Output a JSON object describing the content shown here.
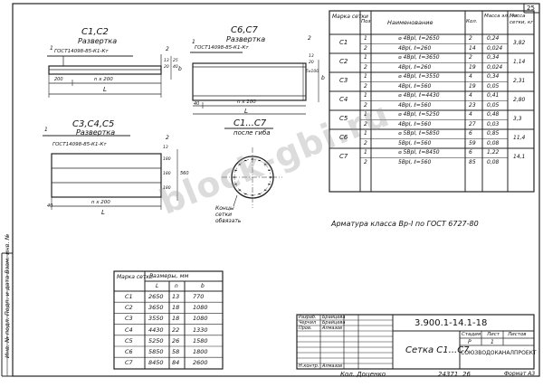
{
  "sheet": {
    "sheet_number": "25",
    "format": "Формат А3",
    "inventory": "24371",
    "inventory_suffix": "26",
    "copied_by": "Кол. Доценко"
  },
  "drawings": {
    "d1": {
      "title": "С1,С2",
      "subtitle": "Развертка",
      "standard": "ГОСТ14098-85-К1-Кт",
      "mark1": "1",
      "mark2": "2",
      "dim_left": "200",
      "dim_mid": "n x 200",
      "dim_total": "L",
      "dim_v1": "13",
      "dim_v2": "20",
      "dim_v3": "25",
      "dim_v4": "40",
      "dim_right": "b"
    },
    "d2": {
      "title": "С6,С7",
      "subtitle": "Развертка",
      "standard": "ГОСТ14098-85-К1-Кт",
      "mark1": "1",
      "mark2": "2",
      "dim_left": "40",
      "dim_mid": "n x 100",
      "dim_total": "L",
      "dim_v1": "13",
      "dim_v2": "20",
      "dim_v3": "5x100",
      "dim_right": "b"
    },
    "d3": {
      "title": "С3,С4,С5",
      "subtitle": "Развертка",
      "standard": "ГОСТ14098-85-К1-Кт",
      "mark1": "1",
      "mark2": "2",
      "dim_left": "40",
      "dim_mid": "n x 200",
      "dim_total": "L",
      "dim_v1": "13",
      "dim_v2": "180",
      "dim_v3": "180",
      "dim_v4": "180",
      "dim_right": "560"
    },
    "d4": {
      "title": "С1...С7",
      "subtitle": "после гиба",
      "callout": "Концы сетки обвязать"
    }
  },
  "spec_table": {
    "headers": {
      "mark": "Марка сетки",
      "pos": "Поз.",
      "name": "Наименование",
      "qty": "Кол.",
      "mass_el": "Масса эл., кг",
      "mass_mesh": "Масса сетки, кг"
    },
    "groups": [
      {
        "mark": "С1",
        "rows": [
          {
            "pos": "1",
            "name": "⌀ 4ВрI, ℓ=2650",
            "qty": "2",
            "mass_el": "0,24"
          },
          {
            "pos": "2",
            "name": "4ВрI, ℓ=260",
            "qty": "14",
            "mass_el": "0,024"
          }
        ],
        "mass_mesh": "3,82"
      },
      {
        "mark": "С2",
        "rows": [
          {
            "pos": "1",
            "name": "⌀ 4ВрI, ℓ=3650",
            "qty": "2",
            "mass_el": "0,34"
          },
          {
            "pos": "2",
            "name": "4ВрI, ℓ=260",
            "qty": "19",
            "mass_el": "0,024"
          }
        ],
        "mass_mesh": "1,14"
      },
      {
        "mark": "С3",
        "rows": [
          {
            "pos": "1",
            "name": "⌀ 4ВрI, ℓ=3550",
            "qty": "4",
            "mass_el": "0,34"
          },
          {
            "pos": "2",
            "name": "4ВрI, ℓ=560",
            "qty": "19",
            "mass_el": "0,05"
          }
        ],
        "mass_mesh": "2,31"
      },
      {
        "mark": "С4",
        "rows": [
          {
            "pos": "1",
            "name": "⌀ 4ВрI, ℓ=4430",
            "qty": "4",
            "mass_el": "0,41"
          },
          {
            "pos": "2",
            "name": "4ВрI, ℓ=560",
            "qty": "23",
            "mass_el": "0,05"
          }
        ],
        "mass_mesh": "2,80"
      },
      {
        "mark": "С5",
        "rows": [
          {
            "pos": "1",
            "name": "⌀ 4ВрI, ℓ=5250",
            "qty": "4",
            "mass_el": "0,48"
          },
          {
            "pos": "2",
            "name": "4ВрI, ℓ=560",
            "qty": "27",
            "mass_el": "0,03"
          }
        ],
        "mass_mesh": "3,3"
      },
      {
        "mark": "С6",
        "rows": [
          {
            "pos": "1",
            "name": "⌀ 5ВрI, ℓ=5850",
            "qty": "6",
            "mass_el": "0,85"
          },
          {
            "pos": "2",
            "name": "5ВрI, ℓ=560",
            "qty": "59",
            "mass_el": "0,08"
          }
        ],
        "mass_mesh": "11,4"
      },
      {
        "mark": "С7",
        "rows": [
          {
            "pos": "1",
            "name": "⌀ 5ВрI, ℓ=8450",
            "qty": "6",
            "mass_el": "1,22"
          },
          {
            "pos": "2",
            "name": "5ВрI, ℓ=560",
            "qty": "85",
            "mass_el": "0,08"
          }
        ],
        "mass_mesh": "14,1"
      }
    ]
  },
  "note": "Арматура класса Вр-I по ГОСТ 6727-80",
  "size_table": {
    "header_mark": "Марка сетки",
    "header_size": "Размеры, мм",
    "sub_L": "L",
    "sub_n": "n",
    "sub_b": "b",
    "rows": [
      {
        "mark": "С1",
        "L": "2650",
        "n": "13",
        "b": "770"
      },
      {
        "mark": "С2",
        "L": "3650",
        "n": "18",
        "b": "1080"
      },
      {
        "mark": "С3",
        "L": "3550",
        "n": "18",
        "b": "1080"
      },
      {
        "mark": "С4",
        "L": "4430",
        "n": "22",
        "b": "1330"
      },
      {
        "mark": "С5",
        "L": "5250",
        "n": "26",
        "b": "1580"
      },
      {
        "mark": "С6",
        "L": "5850",
        "n": "58",
        "b": "1800"
      },
      {
        "mark": "С7",
        "L": "8450",
        "n": "84",
        "b": "2600"
      }
    ]
  },
  "title_block": {
    "code": "3.900.1-14.1-18",
    "name": "Сетка С1...С7",
    "roles": [
      {
        "role": "Разраб.",
        "person": "Брайцева"
      },
      {
        "role": "Черчил",
        "person": "Брайцева"
      },
      {
        "role": "Пров.",
        "person": "Алмазов"
      },
      {
        "role": "",
        "person": ""
      },
      {
        "role": "",
        "person": ""
      },
      {
        "role": "Н.контр.",
        "person": "Алмазов"
      }
    ],
    "stage_header": "Стадия",
    "sheet_header": "Лист",
    "sheets_header": "Листов",
    "stage": "Р",
    "sheet": "1",
    "sheets": "",
    "org": "СОЮЗВОДОКАНАЛПРОЕКТ"
  },
  "left_strip": "Инв. № подл.   Подп. и дата   Взам. инв. №",
  "watermark": "block-gbi.ru"
}
